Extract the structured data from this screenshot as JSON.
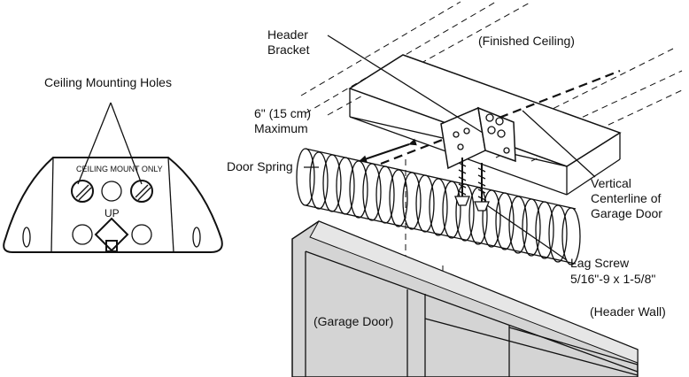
{
  "labels": {
    "ceiling_mounting_holes": "Ceiling Mounting Holes",
    "ceiling_mount_only": "CEILING MOUNT ONLY",
    "up": "UP",
    "header_line1": "Header",
    "header_line2": "Bracket",
    "finished_ceiling": "(Finished Ceiling)",
    "six_inch_line1": "6\" (15 cm)",
    "six_inch_line2": "Maximum",
    "door_spring": "Door Spring",
    "vertical_line1": "Vertical",
    "vertical_line2": "Centerline of",
    "vertical_line3": "Garage Door",
    "lag_line1": "Lag Screw",
    "lag_line2": "5/16\"-9 x 1-5/8\"",
    "garage_door": "(Garage Door)",
    "header_wall": "(Header Wall)"
  }
}
